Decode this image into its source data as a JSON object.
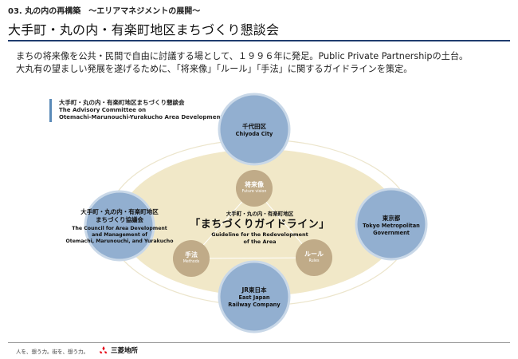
{
  "header": {
    "section": "03. 丸の内の再構築　～エリアマネジメントの展開～",
    "title": "大手町・丸の内・有楽町地区まちづくり懇談会"
  },
  "intro": {
    "line1": "まちの将来像を公共・民間で自由に討議する場として、１９９６年に発足。Public Private Partnershipの土台。",
    "line2": "大丸有の望ましい発展を遂げるために、「将来像」「ルール」「手法」に関するガイドラインを策定。"
  },
  "committee": {
    "ja": "大手町・丸の内・有楽町地区まちづくり懇談会",
    "en1": "The Advisory Committee on",
    "en2": "Otemachi-Marunouchi-Yurakucho Area Development"
  },
  "diagram": {
    "chiyoda": {
      "ja": "千代田区",
      "en": "Chiyoda City"
    },
    "tokyo": {
      "ja": "東京都",
      "en1": "Tokyo Metropolitan",
      "en2": "Government"
    },
    "jr": {
      "ja": "JR東日本",
      "en1": "East Japan",
      "en2": "Railway Company"
    },
    "council": {
      "ja1": "大手町・丸の内・有楽町地区",
      "ja2": "まちづくり協議会",
      "en1": "The Council for Area Development",
      "en2": "and Management of",
      "en3": "Otemachi, Marunouchi, and Yurakucho"
    },
    "guideline": {
      "sub": "大手町・丸の内・有楽町地区",
      "main": "「まちづくりガイドライン」",
      "en1": "Guideline for the Redevelopment",
      "en2": "of the Area"
    },
    "future": {
      "ja": "将来像",
      "en": "Future vision"
    },
    "rules": {
      "ja": "ルール",
      "en": "Rules"
    },
    "methods": {
      "ja": "手法",
      "en": "Methods"
    }
  },
  "footer": {
    "tagline": "人を、想う力。街を、想う力。",
    "company": "三菱地所"
  },
  "colors": {
    "navy": "#1f3c6e",
    "circle_fill": "#92afd0",
    "circle_ring": "#c9d8e8",
    "ellipse_fill": "#f1e8c8",
    "ellipse_ring": "#e9e2c8",
    "small_circle": "#c0ab88",
    "logo_red": "#e60012"
  }
}
